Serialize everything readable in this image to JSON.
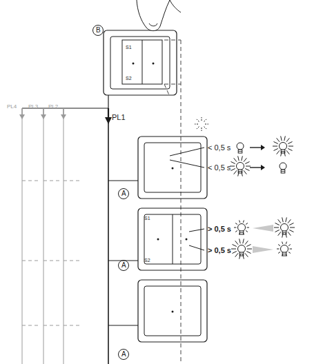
{
  "diagram": {
    "labels": [
      "B",
      "S1",
      "S2",
      "PL4",
      "PL3",
      "PL2",
      "PL1",
      "< 0,5 s",
      "< 0,5 s",
      "> 0,5 s",
      "> 0,5 s",
      "A",
      "S1",
      "S2",
      "A",
      "A"
    ]
  }
}
